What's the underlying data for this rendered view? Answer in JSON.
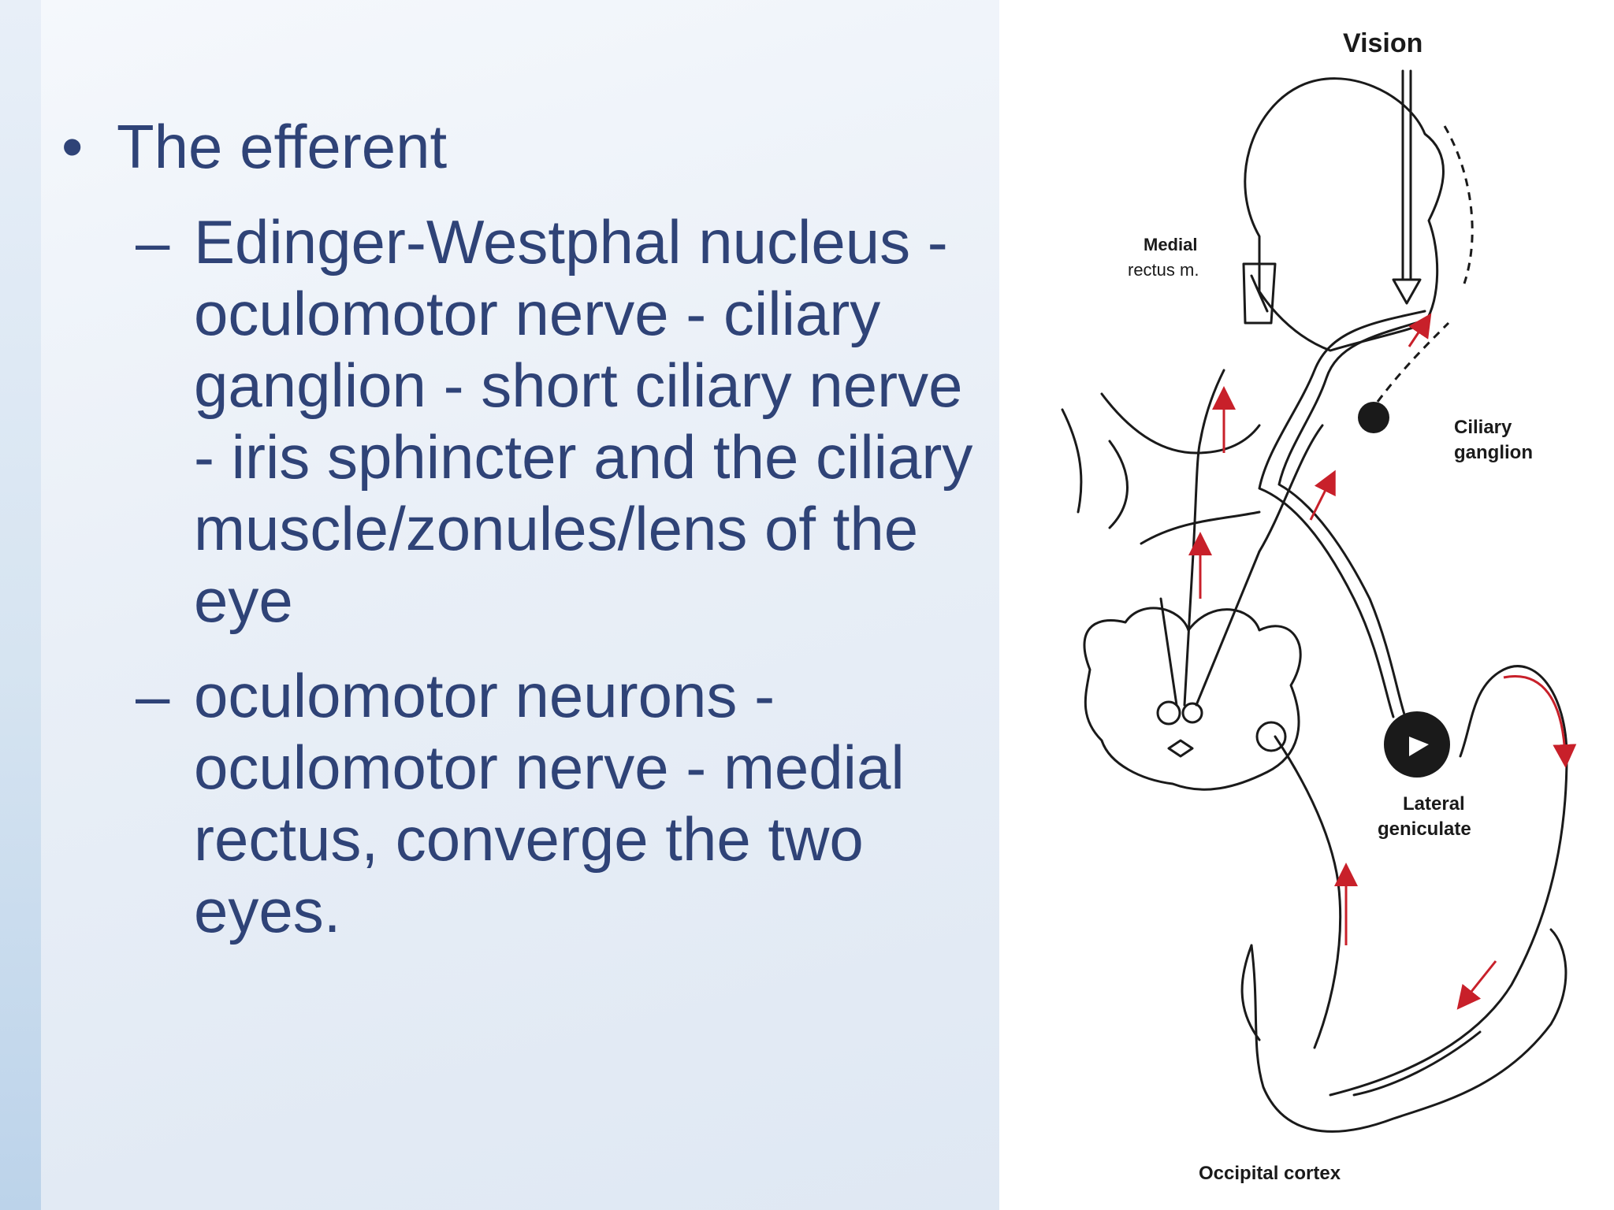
{
  "slide": {
    "bullet_symbol": "•",
    "dash_symbol": "–",
    "main_bullet": "The efferent",
    "sub_bullets": [
      "Edinger-Westphal nucleus - oculomotor nerve -  ciliary ganglion - short ciliary nerve - iris sphincter and the ciliary muscle/zonules/lens of the eye",
      "oculomotor neurons - oculomotor nerve - medial rectus, converge the two eyes."
    ]
  },
  "diagram": {
    "labels": {
      "vision": "Vision",
      "medial_line1": "Medial",
      "medial_line2": "rectus m.",
      "ciliary_line1": "Ciliary",
      "ciliary_line2": "ganglion",
      "lateral_line1": "Lateral",
      "lateral_line2": "geniculate",
      "occipital": "Occipital cortex"
    },
    "colors": {
      "text": "#2f4377",
      "line": "#1a1a1a",
      "arrow_red": "#c8202a"
    }
  }
}
